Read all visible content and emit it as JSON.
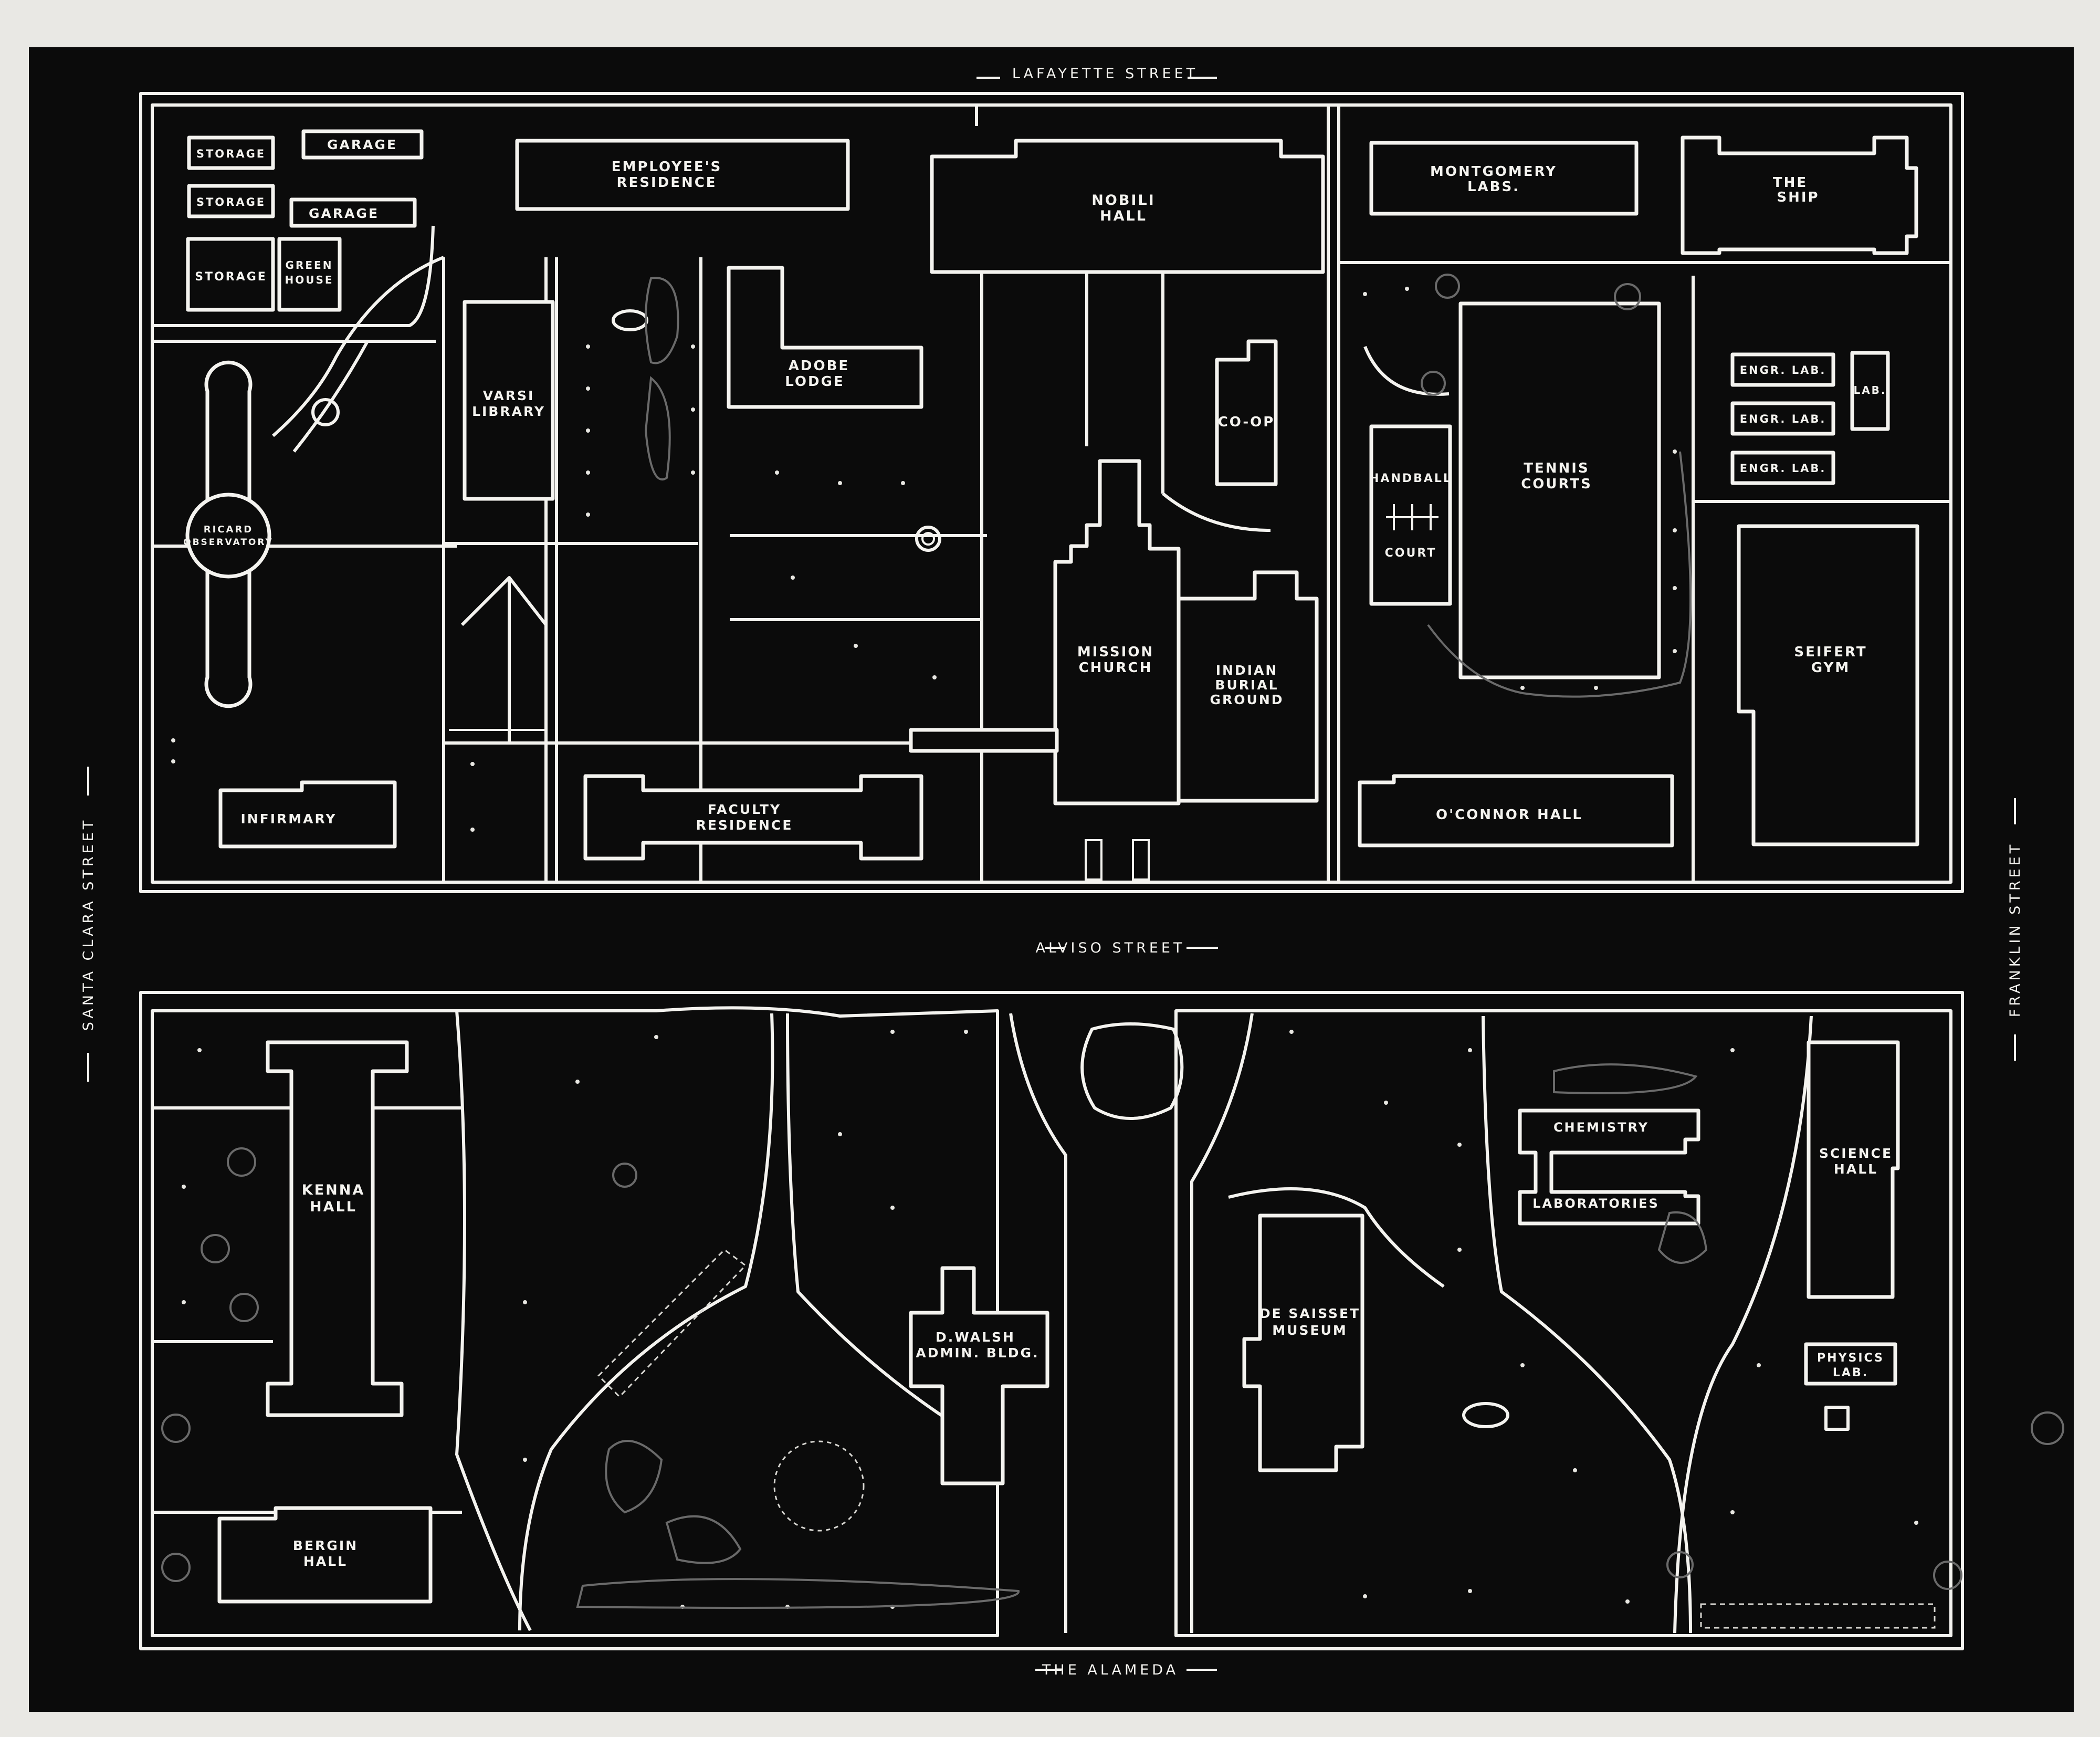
{
  "streets": {
    "north": "LAFAYETTE STREET",
    "middle": "ALVISO STREET",
    "south": "THE ALAMEDA",
    "west": "SANTA CLARA STREET",
    "east": "FRANKLIN STREET"
  },
  "buildings": {
    "storage_1": "STORAGE",
    "storage_2": "STORAGE",
    "storage_3": "STORAGE",
    "garage_1": "GARAGE",
    "garage_2": "GARAGE",
    "green_house_1": "GREEN",
    "green_house_2": "HOUSE",
    "employees_residence_1": "EMPLOYEE'S",
    "employees_residence_2": "RESIDENCE",
    "nobili_hall_1": "NOBILI",
    "nobili_hall_2": "HALL",
    "montgomery_labs_1": "MONTGOMERY",
    "montgomery_labs_2": "LABS.",
    "the_ship_1": "THE",
    "the_ship_2": "SHIP",
    "varsi_library_1": "VARSI",
    "varsi_library_2": "LIBRARY",
    "adobe_lodge_1": "ADOBE",
    "adobe_lodge_2": "LODGE",
    "co_op": "CO-OP",
    "handball_court_1": "HANDBALL",
    "handball_court_2": "COURT",
    "tennis_courts_1": "TENNIS",
    "tennis_courts_2": "COURTS",
    "engr_lab_1": "ENGR. LAB.",
    "engr_lab_2": "ENGR. LAB.",
    "engr_lab_3": "ENGR. LAB.",
    "lab": "LAB.",
    "ricard_observatory_1": "RICARD",
    "ricard_observatory_2": "OBSERVATORY",
    "mission_church_1": "MISSION",
    "mission_church_2": "CHURCH",
    "indian_burial_ground_1": "INDIAN",
    "indian_burial_ground_2": "BURIAL",
    "indian_burial_ground_3": "GROUND",
    "seifert_gym_1": "SEIFERT",
    "seifert_gym_2": "GYM",
    "infirmary": "INFIRMARY",
    "faculty_residence_1": "FACULTY",
    "faculty_residence_2": "RESIDENCE",
    "oconnor_hall": "O'CONNOR HALL",
    "kenna_hall_1": "KENNA",
    "kenna_hall_2": "HALL",
    "bergin_hall_1": "BERGIN",
    "bergin_hall_2": "HALL",
    "walsh_admin_1": "D.WALSH",
    "walsh_admin_2": "ADMIN. BLDG.",
    "chemistry_labs_1": "CHEMISTRY",
    "chemistry_labs_2": "LABORATORIES",
    "de_saisset_1": "DE SAISSET",
    "de_saisset_2": "MUSEUM",
    "science_hall_1": "SCIENCE",
    "science_hall_2": "HALL",
    "physics_lab_1": "PHYSICS",
    "physics_lab_2": "LAB."
  },
  "colors": {
    "paper": "#e9e8e4",
    "board": "#0b0b0b",
    "ink": "#f4f3ef"
  }
}
